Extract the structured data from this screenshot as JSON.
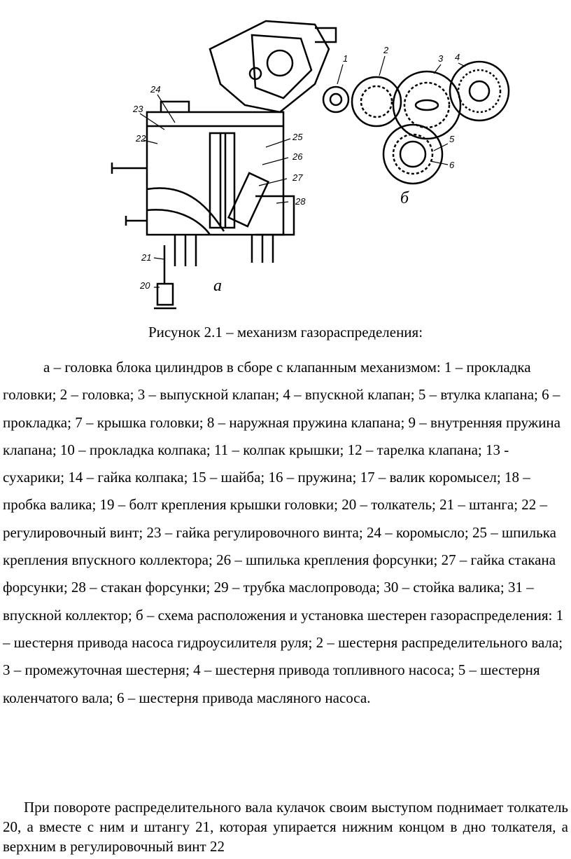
{
  "figure": {
    "labels_a": [
      "24",
      "23",
      "22",
      "25",
      "26",
      "27",
      "28",
      "21",
      "20"
    ],
    "labels_b": [
      "1",
      "2",
      "3",
      "4",
      "5",
      "6"
    ],
    "panel_a": "а",
    "panel_b": "б"
  },
  "caption": "Рисунок 2.1 – механизм газораспределения:",
  "legend": "а – головка блока цилиндров в сборе с клапанным механизмом: 1 – прокладка головки; 2 – головка; 3 – выпускной клапан; 4 – впускной клапан; 5 – втулка клапана; 6 – прокладка; 7 – крышка головки; 8 – наружная пружина клапана; 9 – внутренняя пружина клапана; 10 – прокладка колпака; 11 – колпак крышки; 12 – тарелка клапана; 13 - сухарики; 14 – гайка колпака; 15 – шайба; 16 – пружина; 17 – валик коромысел; 18 – пробка валика; 19 – болт крепления крышки головки; 20 – толкатель; 21 – штанга; 22 – регулировочный винт; 23 – гайка регулировочного винта; 24 – коромысло; 25 – шпилька крепления впускного коллектора; 26 – шпилька крепления форсунки; 27 – гайка стакана форсунки; 28 – стакан форсунки; 29 – трубка маслопровода; 30 – стойка валика; 31 – впускной коллектор; б – схема расположения и установка шестерен газораспределения: 1 – шестерня привода насоса гидроусилителя руля; 2 – шестерня распределительного вала; 3 – промежуточная шестерня; 4 – шестерня привода топливного насоса; 5 – шестерня коленчатого вала; 6 – шестерня привода масляного насоса.",
  "body": "При повороте распределительного вала кулачок своим выступом поднимает толкатель 20, а вместе с ним и штангу 21, которая упирается нижним концом в дно толкателя, а верхним в регулировочный винт 22"
}
